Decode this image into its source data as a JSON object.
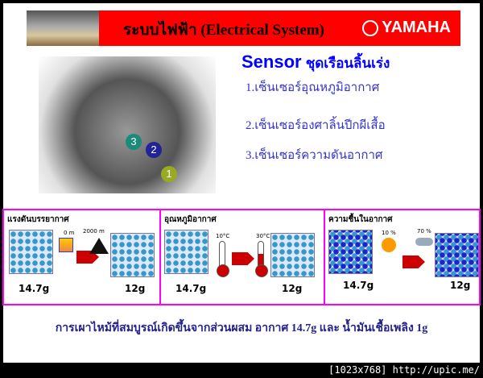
{
  "header": {
    "title": "ระบบไฟฟ้า (Electrical System)",
    "brand": "YAMAHA"
  },
  "photo": {
    "markers": [
      "3",
      "2",
      "1"
    ]
  },
  "sensor": {
    "title": "Sensor",
    "subtitle": "ชุดเรือนลิ้นเร่ง",
    "items": [
      "1.เซ็นเซอร์อุณหภูมิอากาศ",
      "2.เซ็นเซอร์องศาลิ้นปีกผีเสื้อ",
      "3.เซ็นเซอร์ความดันอากาศ"
    ]
  },
  "panels": [
    {
      "title": "แรงดันบรรยากาศ",
      "left_label": "0 m",
      "right_label": "2000 m",
      "left_weight": "14.7g",
      "right_weight": "12g"
    },
    {
      "title": "อุณหภูมิอากาศ",
      "left_label": "10°C",
      "right_label": "30°C",
      "left_weight": "14.7g",
      "right_weight": "12g"
    },
    {
      "title": "ความชื้นในอากาศ",
      "left_label": "10 %",
      "right_label": "70 %",
      "left_weight": "14.7g",
      "right_weight": "12g"
    }
  ],
  "bottom_text": "การเผาไหม้ที่สมบูรณ์เกิดขึ้นจากส่วนผสม อากาศ 14.7g และ น้ำมันเชื้อเพลิง 1g",
  "footer": "[1023x768] http://upic.me/",
  "colors": {
    "header": "#ff0000",
    "accent": "#ff00ff",
    "text": "#0000ff"
  }
}
